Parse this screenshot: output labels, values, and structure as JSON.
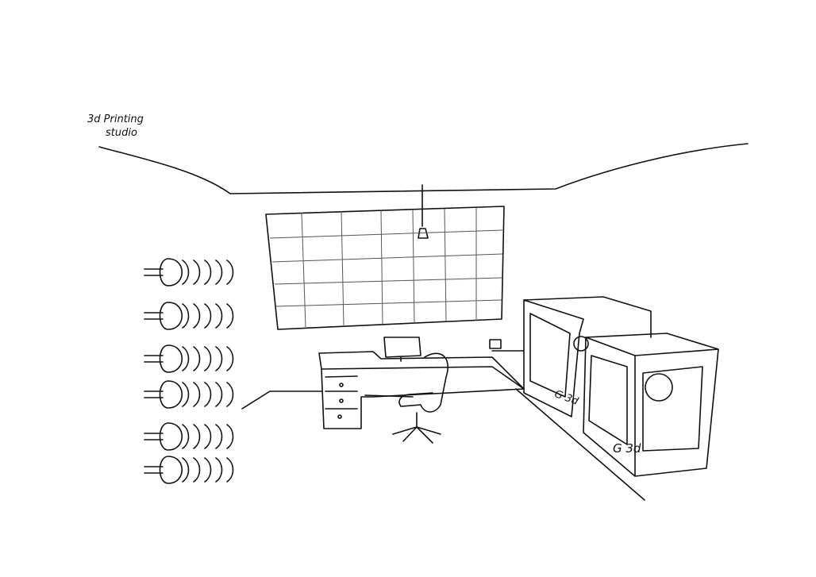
{
  "title": {
    "line1": "3d Printing",
    "line2": "studio"
  },
  "printer_labels": [
    "G 3d",
    "G 3d"
  ],
  "colors": {
    "ink": "#111111",
    "paper": "#ffffff"
  }
}
